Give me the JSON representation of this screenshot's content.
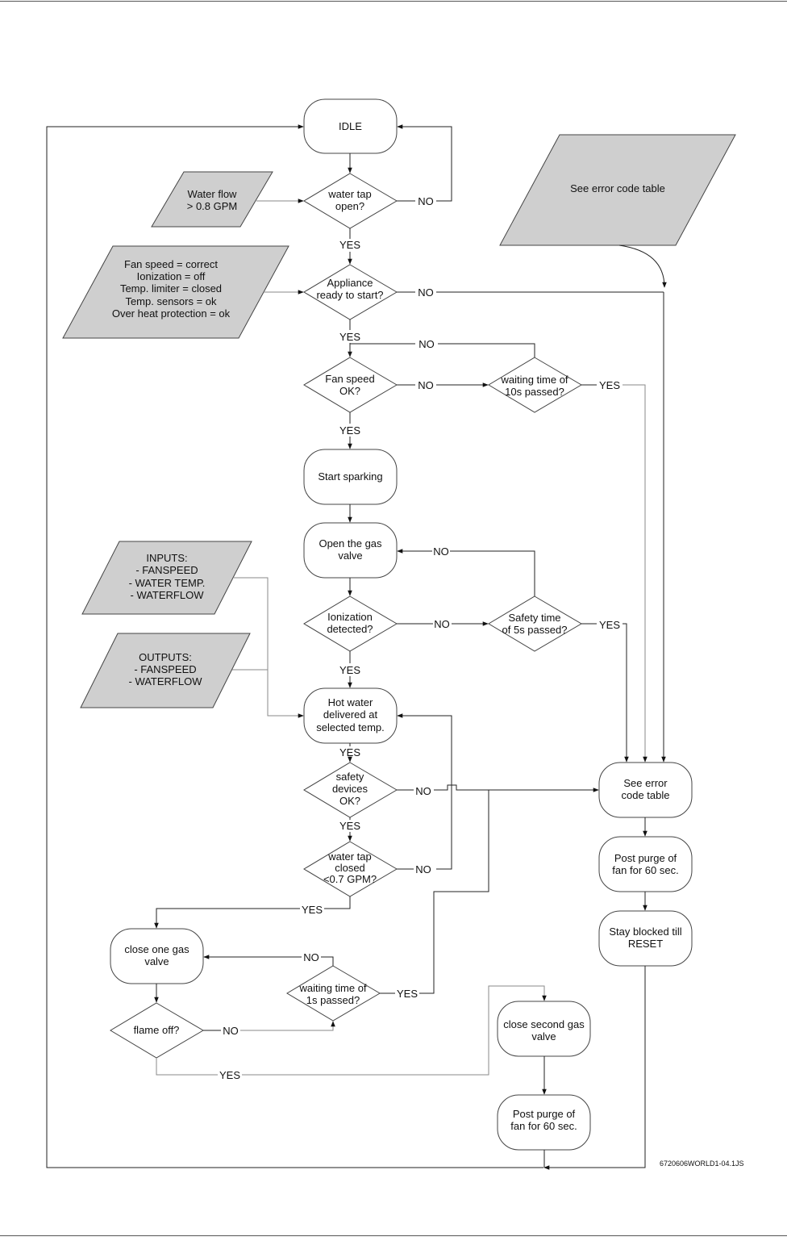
{
  "nodes": {
    "idle": "IDLE",
    "water_flow_input": [
      "Water flow",
      "> 0.8 GPM"
    ],
    "water_tap_open": [
      "water tap",
      "open?"
    ],
    "error_table_io": "See error code table",
    "appliance_inputs": [
      "Fan speed = correct",
      "Ionization = off",
      "Temp. limiter = closed",
      "Temp. sensors = ok",
      "Over heat protection = ok"
    ],
    "appliance_ready": [
      "Appliance",
      "ready to start?"
    ],
    "fan_speed_ok": [
      "Fan speed",
      "OK?"
    ],
    "wait_10s": [
      "waiting time of",
      "10s passed?"
    ],
    "start_sparking": "Start sparking",
    "open_gas_valve": [
      "Open the gas",
      "valve"
    ],
    "inputs_io": [
      "INPUTS:",
      "- FANSPEED",
      "- WATER TEMP.",
      "- WATERFLOW"
    ],
    "outputs_io": [
      "OUTPUTS:",
      "- FANSPEED",
      "- WATERFLOW"
    ],
    "ionization": [
      "Ionization",
      "detected?"
    ],
    "safety_5s": [
      "Safety time",
      "of 5s passed?"
    ],
    "hot_water": [
      "Hot water",
      "delivered at",
      "selected temp."
    ],
    "safety_devices": [
      "safety",
      "devices",
      "OK?"
    ],
    "see_error": [
      "See error",
      "code table"
    ],
    "water_tap_closed": [
      "water tap",
      "closed",
      "<0.7 GPM?"
    ],
    "post_purge_right": [
      "Post purge of",
      "fan for 60 sec."
    ],
    "close_one_valve": [
      "close one gas",
      "valve"
    ],
    "stay_blocked": [
      "Stay blocked till",
      "RESET"
    ],
    "wait_1s": [
      "waiting time of",
      "1s passed?"
    ],
    "flame_off": "flame off?",
    "close_second_valve": [
      "close second gas",
      "valve"
    ],
    "post_purge_bottom": [
      "Post purge of",
      "fan for 60 sec."
    ]
  },
  "labels": {
    "yes": "YES",
    "no": "NO"
  },
  "doc_code": "6720606WORLD1-04.1JS"
}
